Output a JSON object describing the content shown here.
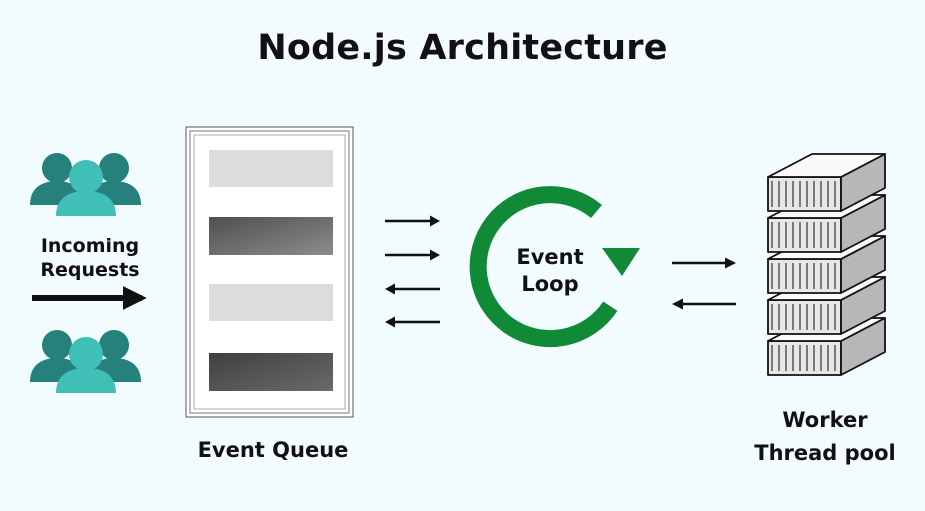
{
  "diagram": {
    "title": "Node.js Architecture",
    "incoming_requests": {
      "line1": "Incoming",
      "line2": "Requests"
    },
    "event_queue": {
      "label": "Event Queue",
      "slots": 4
    },
    "event_loop": {
      "line1": "Event",
      "line2": "Loop"
    },
    "worker_pool": {
      "line1": "Worker",
      "line2": "Thread pool",
      "blocks": 5
    },
    "colors": {
      "background": "#f2fbfd",
      "user_front": "#3fbfb6",
      "user_back": "#26807b",
      "loop_green": "#108a37",
      "arrow": "#111111"
    }
  }
}
